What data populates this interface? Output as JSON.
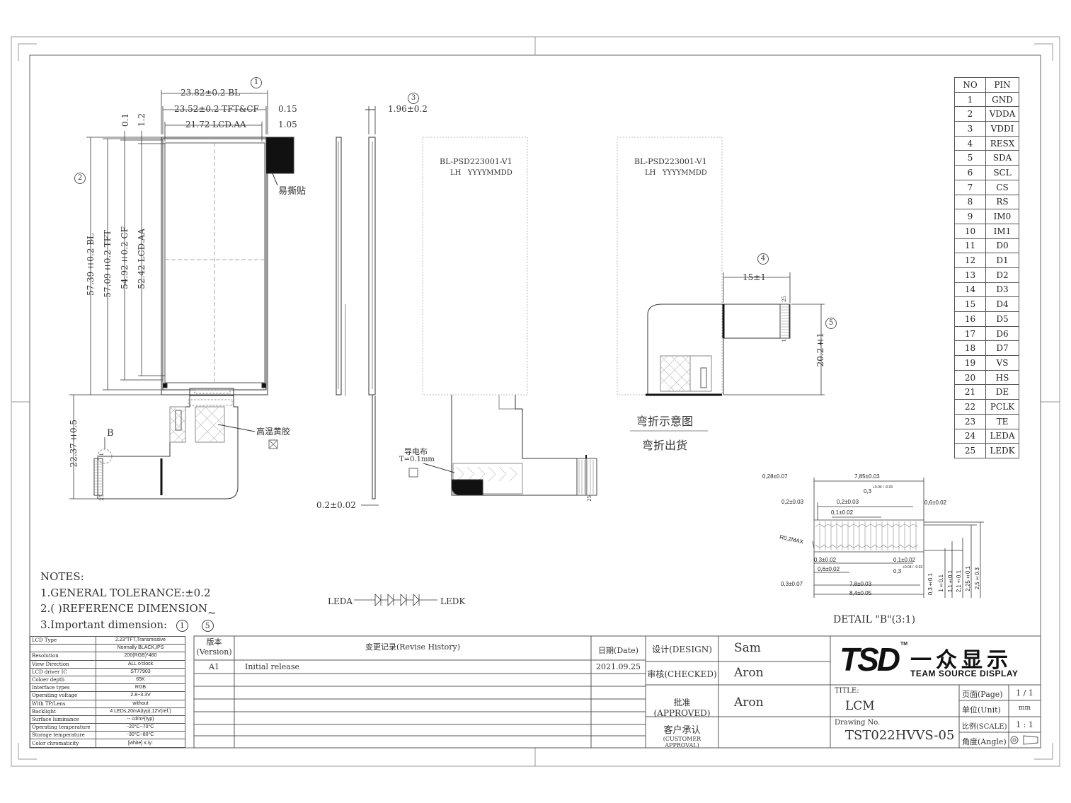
{
  "dims": {
    "bl_w": "23.82±0.2 BL",
    "tft_w": "23.52±0.2 TFT&CF",
    "aa_w": "21.72 LCD.AA",
    "d015": "0.15",
    "d105": "1.05",
    "d01": "0.1",
    "d12": "1.2",
    "bl_h": "57.39±0.2 BL",
    "tft_h": "57.09±0.2 TFT",
    "cf_h": "54.92±0.2 CF",
    "aa_h": "52.42 LCD.AA",
    "fpc_h": "22.37±0.5",
    "thick": "1.96±0.2",
    "pol": "0.2±0.02",
    "fold_w": "15±1",
    "fold_h": "20.2±1"
  },
  "circles": [
    "1",
    "2",
    "3",
    "4",
    "5"
  ],
  "labels": {
    "easy_tear": "易撕贴",
    "high_temp_tape": "高温黄胶",
    "conductive": "导电布",
    "conductive_t": "T=0.1mm",
    "b_mark": "B",
    "bl_code_1": "BL-PSD223001-V1",
    "bl_code_1b": "LH   YYYYMMDD",
    "bl_code_2": "BL-PSD223001-V1",
    "bl_code_2b": "LH   YYYYMMDD",
    "bend_diagram": "弯折示意图",
    "bend_ship": "弯折出货",
    "pin1": "1",
    "pin25": "25",
    "leda": "LEDA",
    "ledk": "LEDK"
  },
  "detail": {
    "title": "DETAIL \"B\"(3:1)",
    "d1": "0,28±0.07",
    "d2": "7,85±0.03",
    "d3": "0,3",
    "d3tol": "+0.04 / -0.03",
    "d4": "0,2±0.03",
    "d5": "0,2±0.03",
    "d6": "0,6±0.02",
    "d7": "0,1±0.02",
    "d8": "R0,2MAX",
    "d9": "0,3±0.02",
    "d10": "0,1±0.02",
    "d11": "0,6±0.02",
    "d12": "0,3",
    "d13": "0,3±0.07",
    "d14": "7,8±0.03",
    "d15": "8,4±0.05",
    "v1": "0,3±0.1",
    "v2": "1±0.1",
    "v3": "1,1±0.1",
    "v4": "2,1±0.1",
    "v5": "2,25±0.1",
    "v6": "2,5±0.3"
  },
  "pin_table": {
    "headers": [
      "NO",
      "PIN"
    ],
    "rows": [
      [
        "1",
        "GND"
      ],
      [
        "2",
        "VDDA"
      ],
      [
        "3",
        "VDDI"
      ],
      [
        "4",
        "RESX"
      ],
      [
        "5",
        "SDA"
      ],
      [
        "6",
        "SCL"
      ],
      [
        "7",
        "CS"
      ],
      [
        "8",
        "RS"
      ],
      [
        "9",
        "IM0"
      ],
      [
        "10",
        "IM1"
      ],
      [
        "11",
        "D0"
      ],
      [
        "12",
        "D1"
      ],
      [
        "13",
        "D2"
      ],
      [
        "14",
        "D3"
      ],
      [
        "15",
        "D4"
      ],
      [
        "16",
        "D5"
      ],
      [
        "17",
        "D6"
      ],
      [
        "18",
        "D7"
      ],
      [
        "19",
        "VS"
      ],
      [
        "20",
        "HS"
      ],
      [
        "21",
        "DE"
      ],
      [
        "22",
        "PCLK"
      ],
      [
        "23",
        "TE"
      ],
      [
        "24",
        "LEDA"
      ],
      [
        "25",
        "LEDK"
      ]
    ]
  },
  "notes": {
    "title": "NOTES:",
    "n1": "1.GENERAL TOLERANCE:±0.2",
    "n2": "2.(  )REFERENCE DIMENSION",
    "n3": "3.Important dimension:",
    "n3a": "1",
    "n3b": "5"
  },
  "spec": [
    [
      "LCD Type",
      "2.23\"TFT,Transmissive"
    ],
    [
      "",
      "Normally BLACK,IPS"
    ],
    [
      "Resolution",
      "200(RGB)*480"
    ],
    [
      "View Direction",
      "ALL o'clock"
    ],
    [
      "LCD driver IC",
      "ST77903"
    ],
    [
      "Coloer depth",
      "65K"
    ],
    [
      "Interface types",
      "RGB"
    ],
    [
      "Operating voltage",
      "2.8~3.3V"
    ],
    [
      "With TP/Lens",
      "without"
    ],
    [
      "Backlight",
      "4 LEDs,20mA(typ),12V(ref.)"
    ],
    [
      "Surface luminance",
      "-- cd/m²(typ)"
    ],
    [
      "Operating temperature",
      "-20°C~70°C"
    ],
    [
      "Storage temperature",
      "-30°C~80°C"
    ],
    [
      "Color chromaticity",
      "[white] x:/y:"
    ]
  ],
  "revision": {
    "version_h": "版本",
    "version_h2": "(Version)",
    "history_h": "变更记录(Revise History)",
    "date_h": "日期(Date)",
    "ver": "A1",
    "desc": "Initial release",
    "date": "2021.09.25"
  },
  "approval": {
    "design_l": "设计(DESIGN)",
    "design_v": "Sam",
    "checked_l": "审核(CHECKED)",
    "checked_v": "Aron",
    "approved_l": "批准(APPROVED)",
    "approved_v": "Aron",
    "cust_l": "客户承认",
    "cust_l2": "(CUSTOMER APPROVAL)"
  },
  "company": {
    "logo": "TSD",
    "tm": "TM",
    "cn_name": "一众显示",
    "en_name": "TEAM SOURCE DISPLAY"
  },
  "title_block": {
    "title_l": "TITLE:",
    "title_v": "LCM",
    "drawing_l": "Drawing No.",
    "drawing_v": "TST022HVVS-05",
    "page_l": "页面(Page)",
    "page_v": "1 / 1",
    "unit_l": "单位(Unit)",
    "unit_v": "mm",
    "scale_l": "比例(SCALE)",
    "scale_v": "1 : 1",
    "angle_l": "角度(Angle)"
  }
}
